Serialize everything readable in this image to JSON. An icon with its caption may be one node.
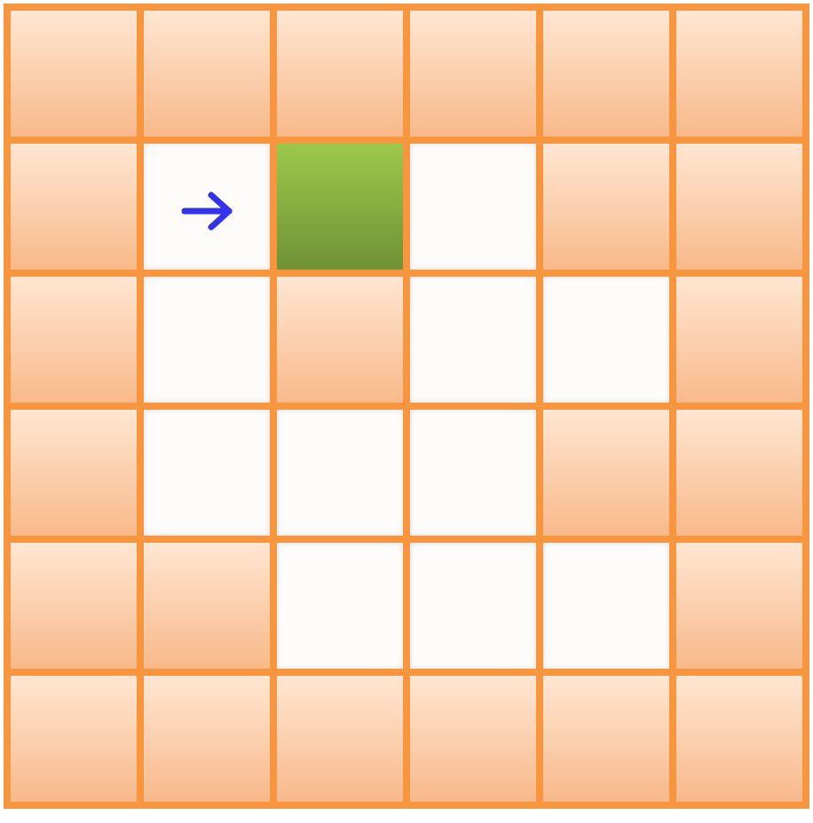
{
  "diagram": {
    "nodes": [
      {
        "text": [],
        "shape": "box"
      },
      {
        "text": [],
        "shape": "box"
      },
      {
        "text": [],
        "shape": "box"
      },
      {
        "text": [],
        "shape": "box"
      },
      {
        "text": [],
        "shape": "box"
      },
      {
        "text": [],
        "shape": "box"
      },
      {
        "text": [],
        "shape": "box"
      },
      {
        "text": [],
        "shape": "box"
      },
      {
        "text": [],
        "shape": "box"
      },
      {
        "text": [],
        "shape": "box"
      },
      {
        "text": [],
        "shape": "box"
      },
      {
        "text": [],
        "shape": "box"
      },
      {
        "text": [],
        "shape": "box"
      },
      {
        "text": [],
        "shape": "box"
      },
      {
        "text": [],
        "shape": "box"
      },
      {
        "text": [],
        "shape": "box"
      },
      {
        "text": [],
        "shape": "box"
      },
      {
        "text": [],
        "shape": "box"
      },
      {
        "text": [],
        "shape": "box"
      },
      {
        "text": [],
        "shape": "box"
      },
      {
        "text": [],
        "shape": "box"
      },
      {
        "text": [],
        "shape": "box"
      },
      {
        "text": [],
        "shape": "box"
      },
      {
        "text": [],
        "shape": "box"
      },
      {
        "text": [],
        "shape": "box"
      },
      {
        "text": [],
        "shape": "box"
      },
      {
        "text": [],
        "shape": "box"
      },
      {
        "text": [],
        "shape": "box"
      },
      {
        "text": [],
        "shape": "box"
      },
      {
        "text": [],
        "shape": "box"
      },
      {
        "text": [],
        "shape": "box"
      },
      {
        "text": [],
        "shape": "box"
      },
      {
        "text": [],
        "shape": "box"
      },
      {
        "text": [],
        "shape": "box"
      },
      {
        "text": [],
        "shape": "box"
      },
      {
        "text": [],
        "shape": "box"
      }
    ]
  }
}
